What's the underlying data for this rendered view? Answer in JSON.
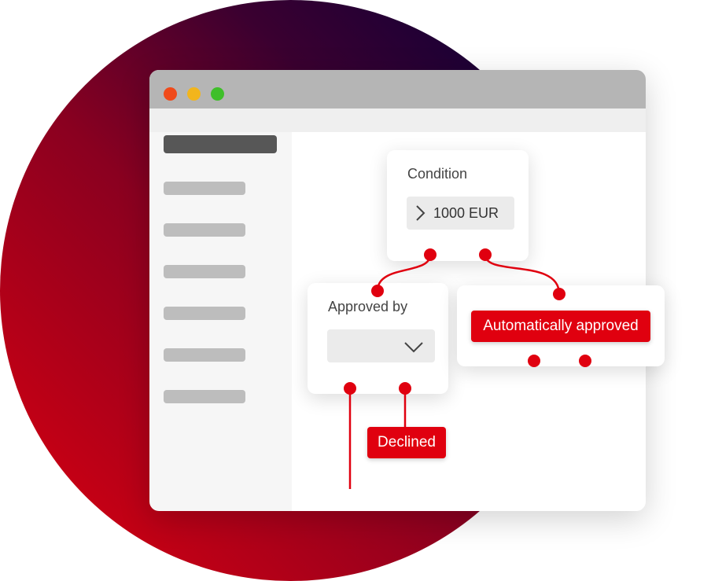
{
  "condition_card": {
    "title": "Condition",
    "value": "1000 EUR"
  },
  "approved_card": {
    "title": "Approved by",
    "dropdown_value": ""
  },
  "auto_tag": {
    "label": "Automatically approved"
  },
  "declined_tag": {
    "label": "Declined"
  },
  "colors": {
    "accent": "#e0000f",
    "titlebar": "#b5b5b5",
    "sidebar_active": "#575757",
    "sidebar_item": "#bdbdbd"
  }
}
